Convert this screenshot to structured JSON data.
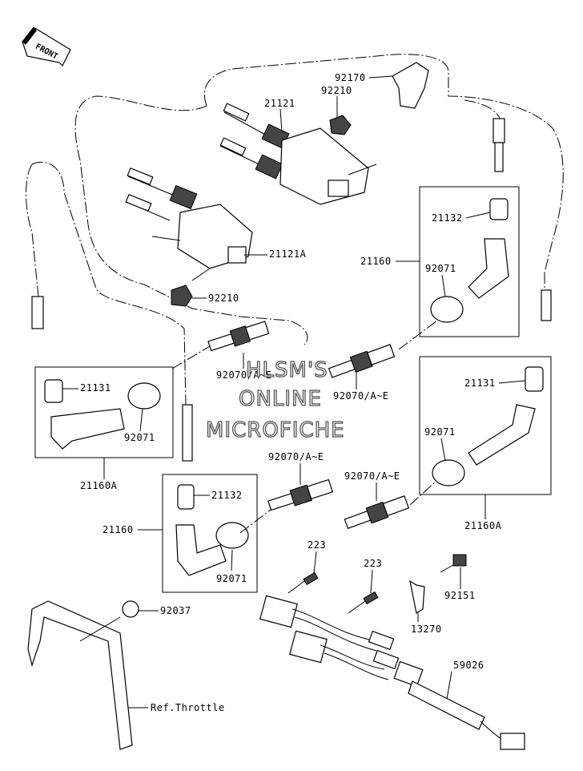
{
  "front_badge": "FRONT",
  "watermark": {
    "line1": "HLSM'S",
    "line2": "ONLINE",
    "line3": "MICROFICHE"
  },
  "labels": {
    "p92170": "92170",
    "p92210_top": "92210",
    "p21121": "21121",
    "p21121A": "21121A",
    "p92210_low": "92210",
    "p21132_top": "21132",
    "p21160_top": "21160",
    "p92071_tr": "92071",
    "p92070_center1": "92070/A~E",
    "p21131_left": "21131",
    "p92071_left": "92071",
    "p21160A_left": "21160A",
    "p92070_center2": "92070/A~E",
    "p21131_right": "21131",
    "p92071_right": "92071",
    "p21160A_right": "21160A",
    "p92070_mid1": "92070/A~E",
    "p92070_mid2": "92070/A~E",
    "p21132_low": "21132",
    "p21160_low": "21160",
    "p92071_low": "92071",
    "p223_a": "223",
    "p223_b": "223",
    "p92151": "92151",
    "p13270": "13270",
    "p92037": "92037",
    "p59026": "59026",
    "ref_throttle": "Ref.Throttle"
  }
}
